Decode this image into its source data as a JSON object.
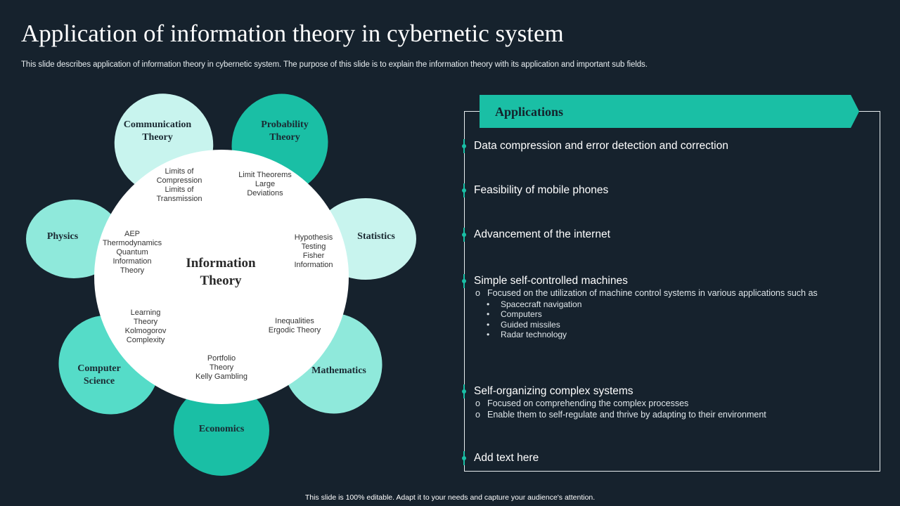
{
  "title": "Application of information theory in cybernetic system",
  "subtitle": "This slide describes application of information theory in cybernetic system. The purpose of this slide is to explain the information theory with its application and important sub fields.",
  "footer": "This slide is 100% editable. Adapt it to your needs and capture your audience's attention.",
  "flower": {
    "center": "Information\nTheory",
    "colors": {
      "light": "#c8f4ee",
      "teal": "#1abfa5",
      "mint": "#8fe9db",
      "aqua": "#55dcc8"
    },
    "petals": [
      {
        "label": "Communication\nTheory",
        "inner": "Limits of\nCompression\nLimits of\nTransmission"
      },
      {
        "label": "Probability\nTheory",
        "inner": "Limit Theorems\nLarge\nDeviations"
      },
      {
        "label": "Statistics",
        "inner": "Hypothesis\nTesting\nFisher\nInformation"
      },
      {
        "label": "Mathematics",
        "inner": "Inequalities\nErgodic Theory"
      },
      {
        "label": "Economics",
        "inner": "Portfolio\nTheory\nKelly Gambling"
      },
      {
        "label": "Computer\nScience",
        "inner": "Learning\nTheory\nKolmogorov\nComplexity"
      },
      {
        "label": "Physics",
        "inner": "AEP\nThermodynamics\nQuantum\nInformation\nTheory"
      }
    ]
  },
  "applications": {
    "header": "Applications",
    "items": [
      {
        "text": "Data compression and error detection and correction"
      },
      {
        "text": "Feasibility of mobile phones"
      },
      {
        "text": "Advancement of the internet"
      },
      {
        "text": "Simple self-controlled machines",
        "sub": [
          "Focused on the utilization of machine control systems in various  applications such as"
        ],
        "subsub": [
          "Spacecraft navigation",
          "Computers",
          "Guided missiles",
          "Radar technology"
        ]
      },
      {
        "text": "Self-organizing complex systems",
        "sub": [
          "Focused on comprehending  the complex processes",
          "Enable them to self-regulate  and thrive  by adapting to their environment"
        ]
      },
      {
        "text": "Add text here"
      }
    ],
    "bullet_circle": "o",
    "bullet_dot": "•"
  }
}
